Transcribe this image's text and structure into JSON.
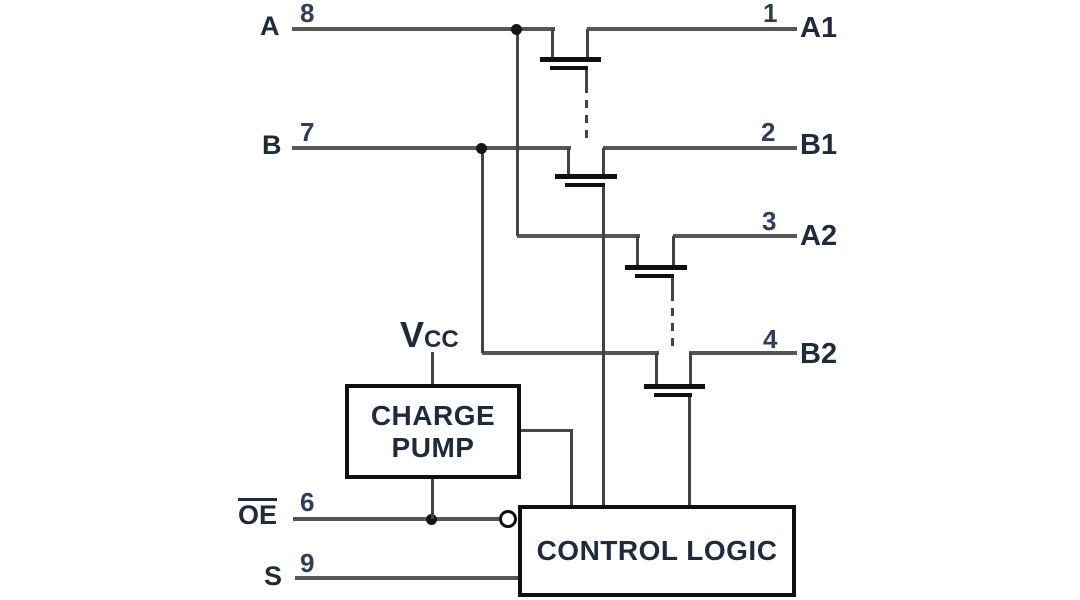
{
  "pins": {
    "left": [
      {
        "label": "A",
        "number": "8"
      },
      {
        "label": "B",
        "number": "7"
      },
      {
        "label": "OE",
        "number": "6",
        "overline": true
      },
      {
        "label": "S",
        "number": "9"
      }
    ],
    "right": [
      {
        "label": "A1",
        "number": "1"
      },
      {
        "label": "B1",
        "number": "2"
      },
      {
        "label": "A2",
        "number": "3"
      },
      {
        "label": "B2",
        "number": "4"
      }
    ]
  },
  "power": {
    "symbol": "V",
    "subscript": "CC"
  },
  "blocks": {
    "charge_pump": {
      "line1": "CHARGE",
      "line2": "PUMP"
    },
    "control_logic": {
      "label": "CONTROL LOGIC"
    }
  },
  "colors": {
    "background": "#ffffff",
    "wire": "#565656",
    "internal_wire": "#434343",
    "device": "#101010",
    "label_text": "#1f2a3c",
    "pin_number_text": "#2e3d5c"
  }
}
